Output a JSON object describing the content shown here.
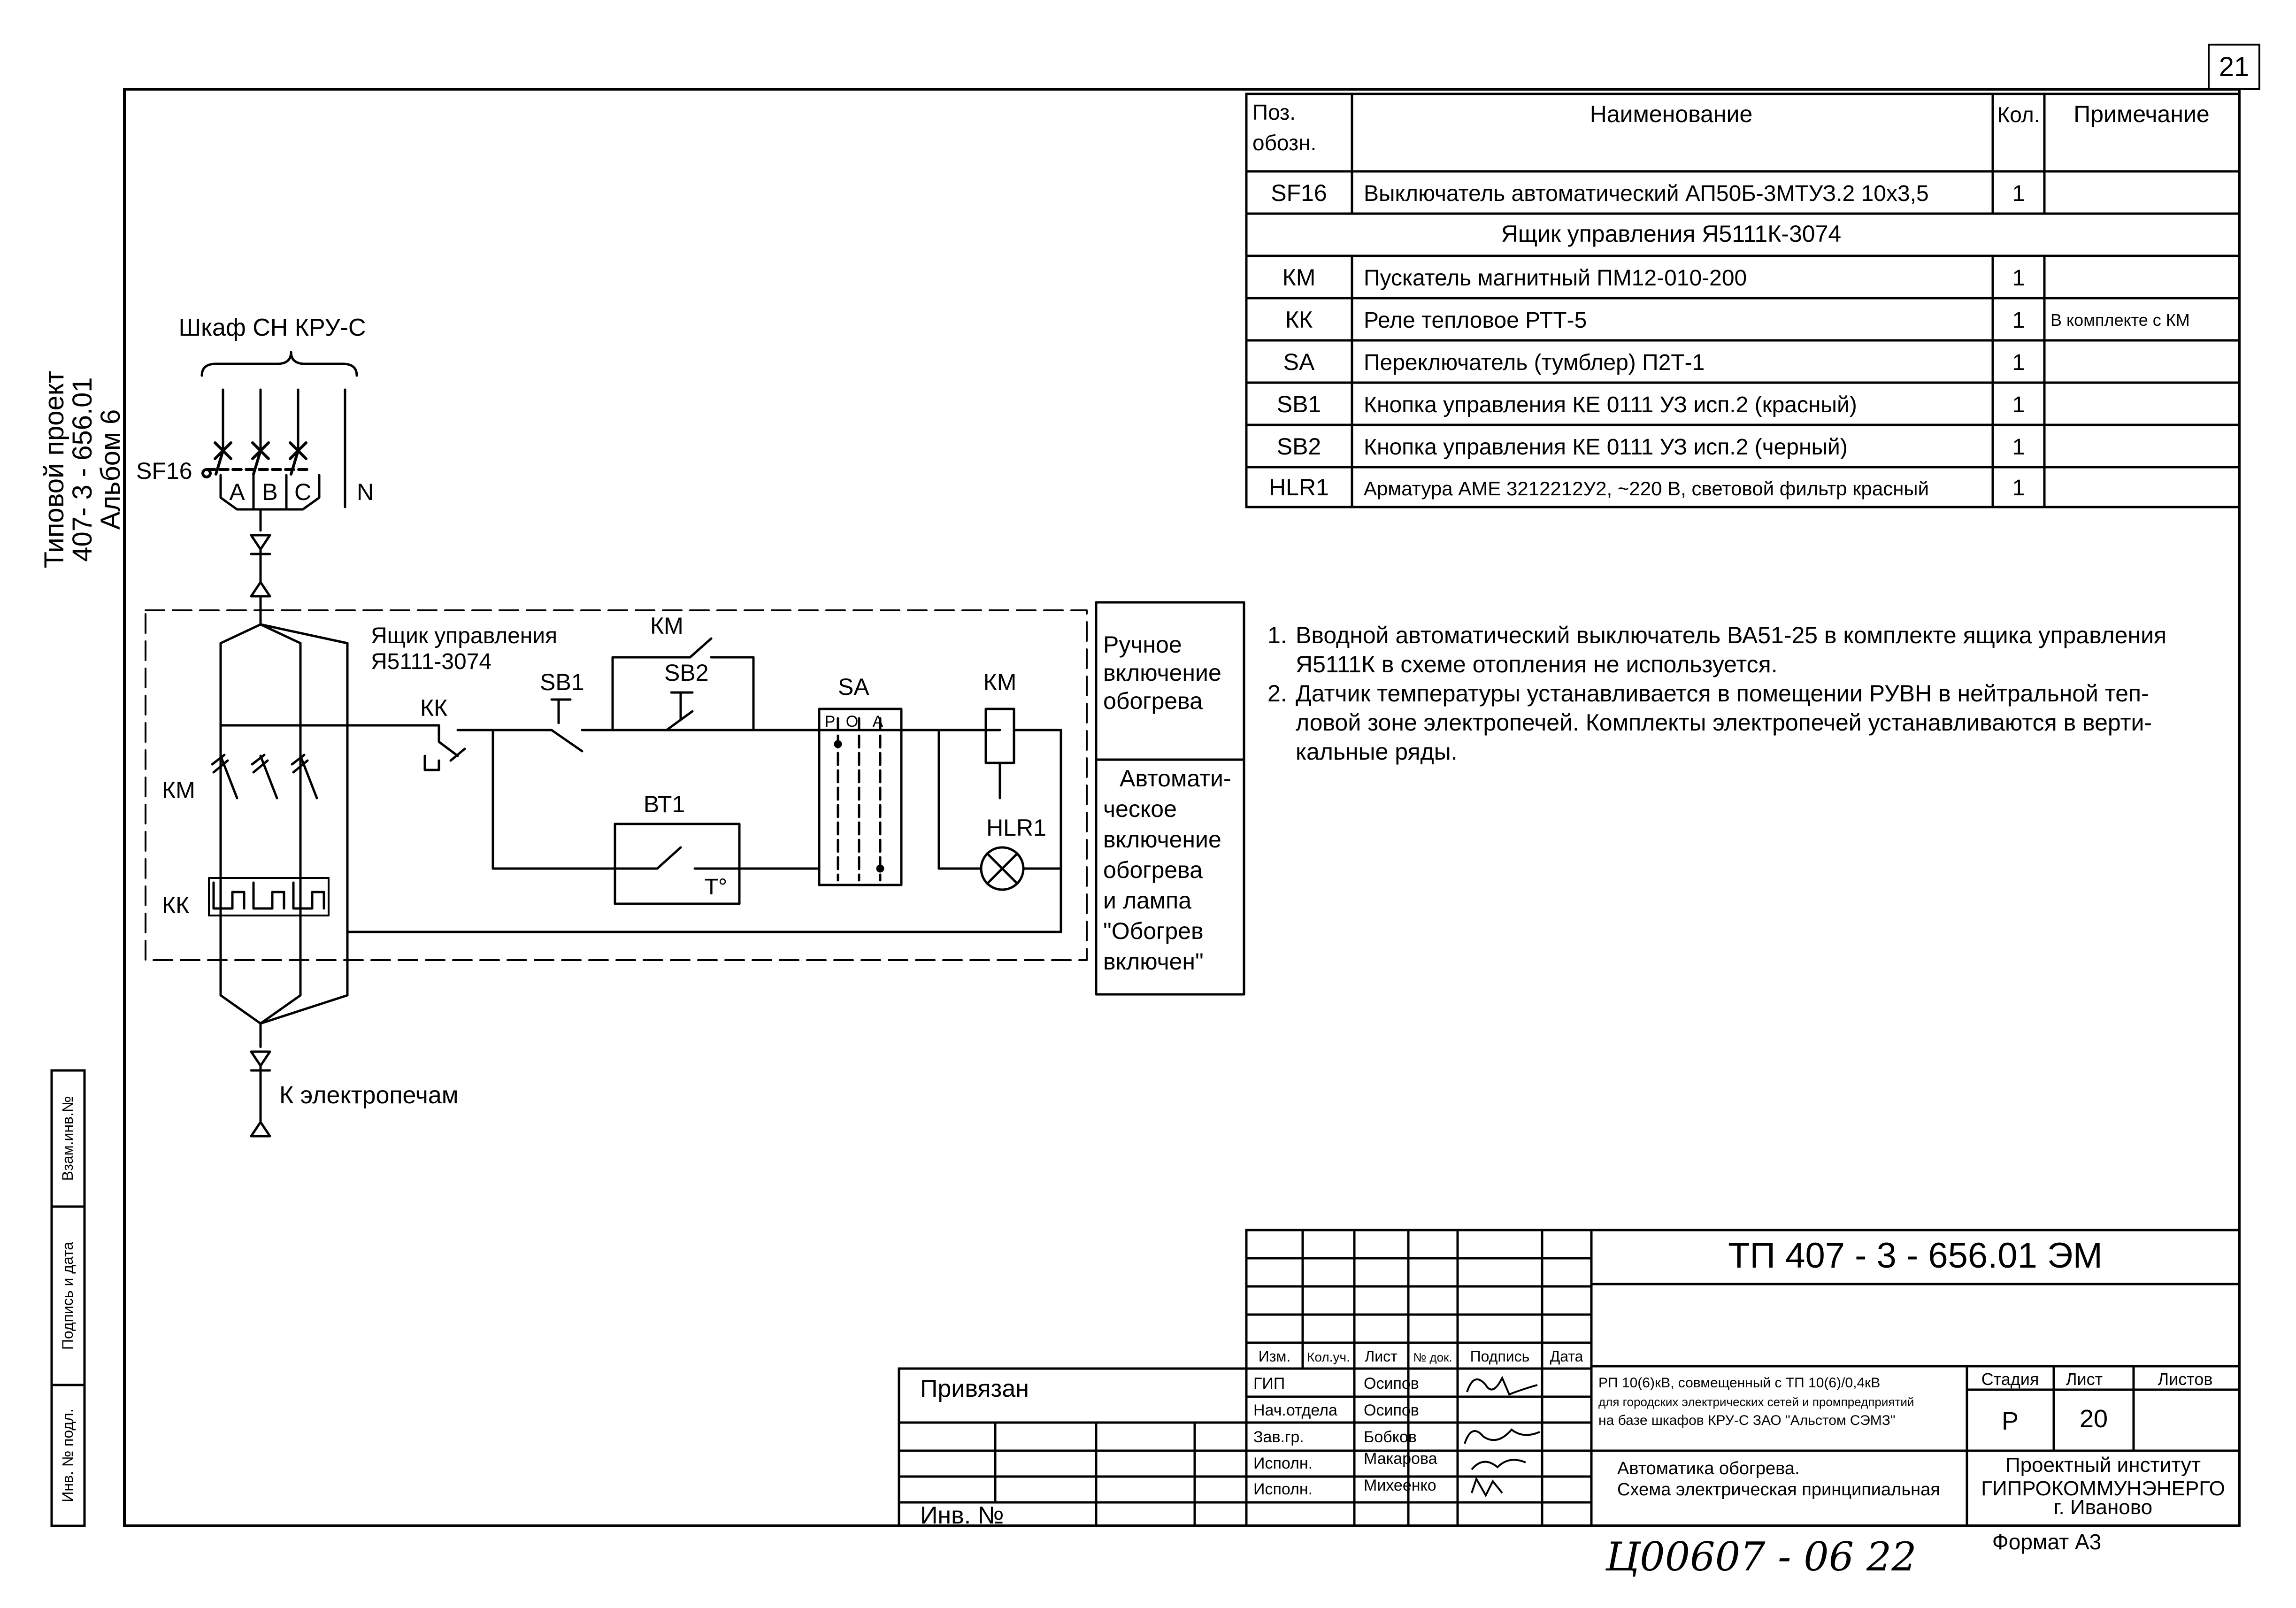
{
  "sheet": {
    "page_number": "21",
    "side_stamp": {
      "line1": "Типовой проект",
      "line2": "407- 3 - 656.01",
      "line3": "Альбом 6"
    },
    "side_fields": [
      "Взам.инв.№",
      "Подпись и дата",
      "Инв. № подл."
    ]
  },
  "spec_table": {
    "headers": {
      "pos": "Поз. обозн.",
      "pos_l1": "Поз.",
      "pos_l2": "обозн.",
      "name": "Наименование",
      "qty": "Кол.",
      "note": "Примечание"
    },
    "rows": [
      {
        "pos": "SF16",
        "name": "Выключатель автоматический АП50Б-3МТУЗ.2 10х3,5",
        "qty": "1",
        "note": ""
      },
      {
        "section": "Ящик управления Я5111К-3074"
      },
      {
        "pos": "КМ",
        "name": "Пускатель магнитный ПМ12-010-200",
        "qty": "1",
        "note": ""
      },
      {
        "pos": "КК",
        "name": "Реле тепловое РТТ-5",
        "qty": "1",
        "note": "В комплекте с КМ"
      },
      {
        "pos": "SA",
        "name": "Переключатель (тумблер) П2Т-1",
        "qty": "1",
        "note": ""
      },
      {
        "pos": "SB1",
        "name": "Кнопка управления КЕ 0111 УЗ исп.2 (красный)",
        "qty": "1",
        "note": ""
      },
      {
        "pos": "SB2",
        "name": "Кнопка управления КЕ 0111 УЗ исп.2 (черный)",
        "qty": "1",
        "note": ""
      },
      {
        "pos": "HLR1",
        "name": "Арматура АМЕ 3212212У2, ~220 В, световой фильтр красный",
        "qty": "1",
        "note": ""
      }
    ]
  },
  "notes": [
    {
      "num": "1.",
      "lines": [
        "Вводной автоматический выключатель ВА51-25 в комплекте ящика управления",
        "Я5111К в схеме отопления не используется."
      ]
    },
    {
      "num": "2.",
      "lines": [
        "Датчик температуры устанавливается в помещении РУВН в нейтральной теп-",
        "ловой зоне электропечей. Комплекты электропечей устанавливаются в верти-",
        "кальные ряды."
      ]
    }
  ],
  "diagram": {
    "cabinet_label": "Шкаф СН КРУ-С",
    "breaker": "SF16",
    "phases": [
      "A",
      "B",
      "C",
      "N"
    ],
    "box_label_l1": "Ящик управления",
    "box_label_l2": "Я5111-3074",
    "km": "КМ",
    "kk": "КК",
    "sb1": "SB1",
    "sb2": "SB2",
    "sa": "SA",
    "sa_positions": [
      "Р",
      "О",
      "А"
    ],
    "bt1": "ВТ1",
    "temp_symbol": "Т°",
    "hlr1": "HLR1",
    "to_furnaces": "К  электропечам",
    "legend_manual": [
      "Ручное",
      "включение",
      "обогрева"
    ],
    "legend_auto": [
      "Автомати-",
      "ческое",
      "включение",
      "обогрева",
      "и  лампа",
      "\"Обогрев",
      "включен\""
    ]
  },
  "title_block": {
    "designation": "ТП  407 - 3 - 656.01     ЭМ",
    "col_headers": [
      "Изм.",
      "Кол.уч.",
      "Лист",
      "№ док.",
      "Подпись",
      "Дата"
    ],
    "roles": [
      "ГИП",
      "Нач.отдела",
      "Зав.гр.",
      "Исполн.",
      "Исполн."
    ],
    "names": [
      "Осипов",
      "Осипов",
      "Бобков",
      "Макарова",
      "Михеенко"
    ],
    "project_desc": [
      "РП 10(6)кВ, совмещенный с ТП 10(6)/0,4кВ",
      "для городских электрических сетей и промпредприятий",
      "на базе шкафов КРУ-С ЗАО \"Альстом СЭМЗ\""
    ],
    "sheet_title": [
      "Автоматика обогрева.",
      "Схема электрическая принципиальная"
    ],
    "stage_label": "Стадия",
    "sheet_label": "Лист",
    "sheets_label": "Листов",
    "stage": "Р",
    "sheet_no": "20",
    "org": [
      "Проектный институт",
      "ГИПРОКОММУНЭНЕРГО",
      "г. Иваново"
    ],
    "bound_label": "Привязан",
    "inv_label": "Инв. №",
    "format": "Формат А3",
    "handwritten": "Ц00607 - 06   22"
  }
}
